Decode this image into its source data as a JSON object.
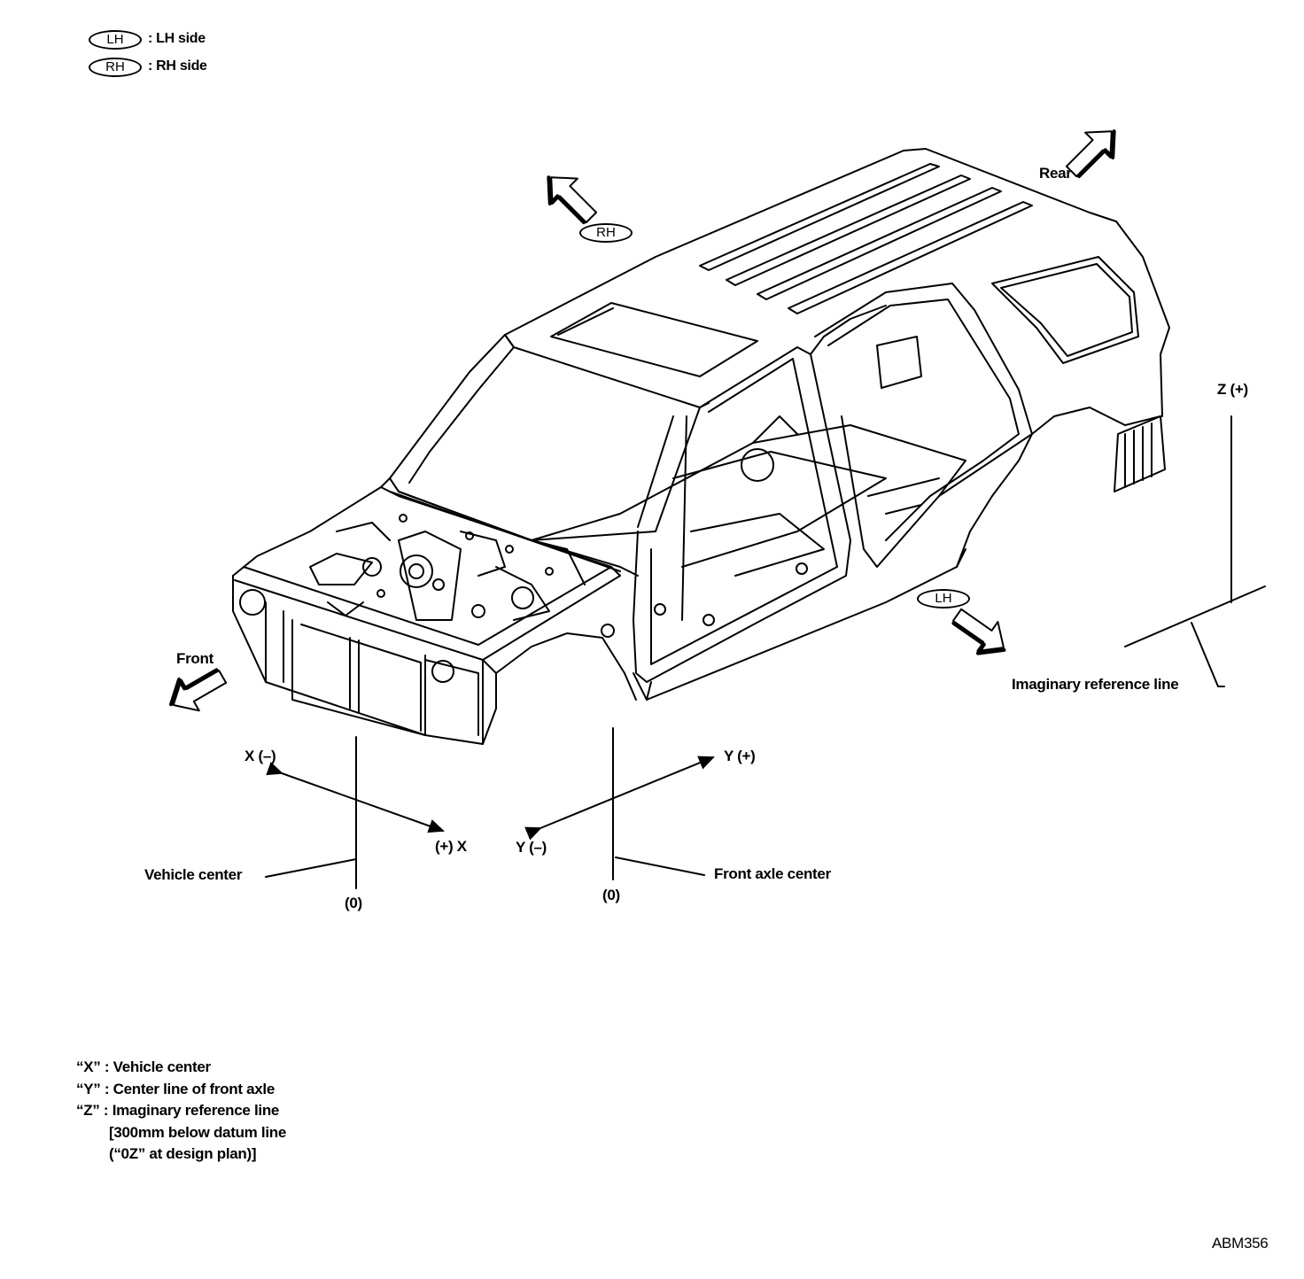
{
  "legend": {
    "lh_badge": "LH",
    "lh_text": ": LH side",
    "rh_badge": "RH",
    "rh_text": ": RH side"
  },
  "directions": {
    "rear": "Rear",
    "rh": "RH",
    "front": "Front",
    "lh": "LH"
  },
  "axes": {
    "z_plus": "Z (+)",
    "x_minus": "X (–)",
    "x_plus": "(+) X",
    "y_plus": "Y (+)",
    "y_minus": "Y (–)",
    "zero_x": "(0)",
    "zero_y": "(0)"
  },
  "references": {
    "imaginary_line": "Imaginary reference line",
    "vehicle_center": "Vehicle center",
    "front_axle_center": "Front axle center"
  },
  "notes": {
    "x": "“X” : Vehicle center",
    "y": "“Y” : Center line of front axle",
    "z": "“Z” : Imaginary reference line",
    "z_detail_1": "[300mm below datum line",
    "z_detail_2": "(“0Z” at design plan)]"
  },
  "figure_id": "ABM356"
}
